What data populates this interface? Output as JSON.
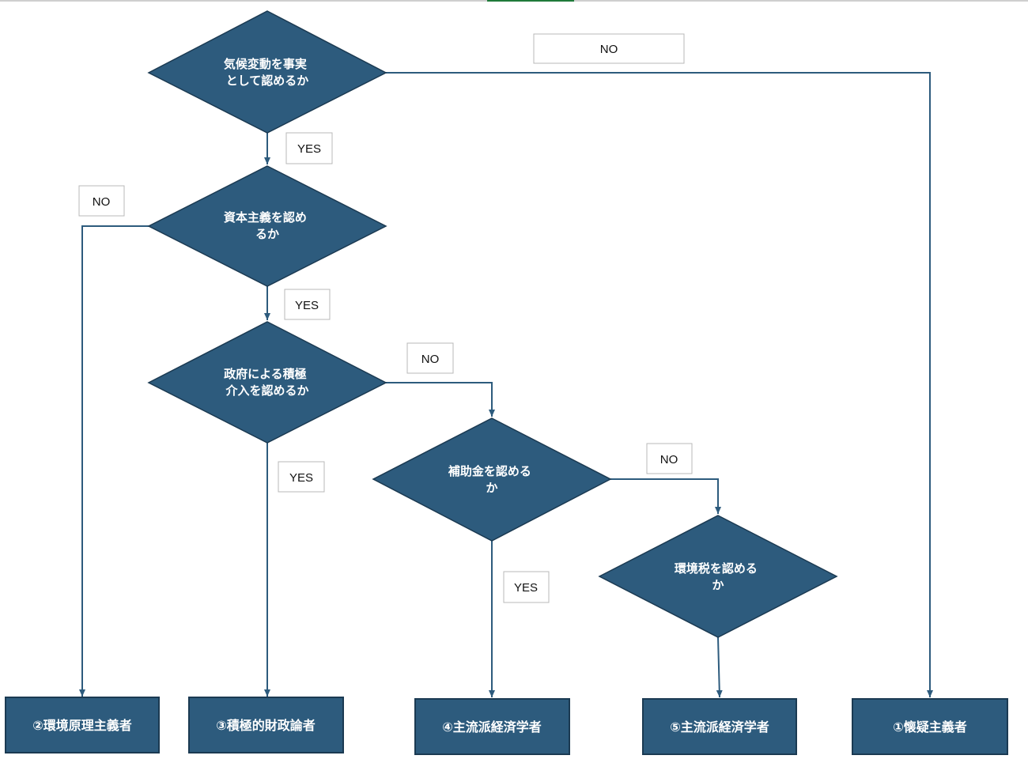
{
  "colors": {
    "node_fill": "#2d5b7d",
    "node_stroke": "#1b3a52",
    "edge": "#2d5b7d",
    "label_border": "#b8b8b8"
  },
  "decisions": [
    {
      "id": "climate",
      "lines": [
        "気候変動を事実",
        "として認めるか"
      ]
    },
    {
      "id": "capitalism",
      "lines": [
        "資本主義を認め",
        "るか"
      ]
    },
    {
      "id": "government",
      "lines": [
        "政府による積極",
        "介入を認めるか"
      ]
    },
    {
      "id": "subsidy",
      "lines": [
        "補助金を認める",
        "か"
      ]
    },
    {
      "id": "envtax",
      "lines": [
        "環境税を認める",
        "か"
      ]
    }
  ],
  "results": [
    {
      "id": "r2",
      "label": "②環境原理主義者"
    },
    {
      "id": "r3",
      "label": "③積極的財政論者"
    },
    {
      "id": "r4",
      "label": "④主流派経済学者"
    },
    {
      "id": "r5",
      "label": "⑤主流派経済学者"
    },
    {
      "id": "r1",
      "label": "①懐疑主義者"
    }
  ],
  "edge_labels": [
    {
      "id": "climate-no",
      "text": "NO"
    },
    {
      "id": "climate-yes",
      "text": "YES"
    },
    {
      "id": "capitalism-no",
      "text": "NO"
    },
    {
      "id": "capitalism-yes",
      "text": "YES"
    },
    {
      "id": "government-no",
      "text": "NO"
    },
    {
      "id": "government-yes",
      "text": "YES"
    },
    {
      "id": "subsidy-no",
      "text": "NO"
    },
    {
      "id": "subsidy-yes",
      "text": "YES"
    }
  ]
}
